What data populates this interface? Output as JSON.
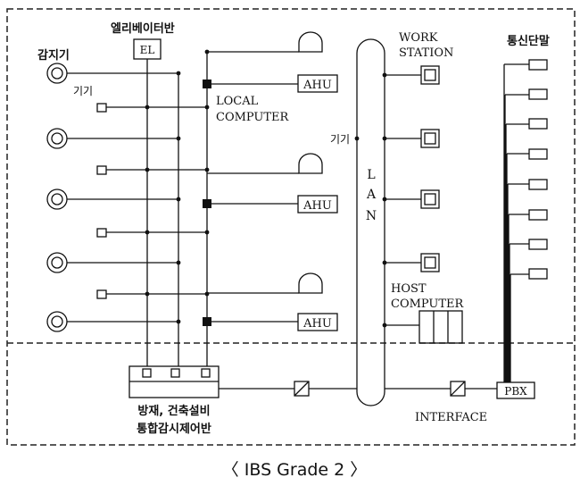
{
  "labels": {
    "elevator_panel": "엘리베이터반",
    "el_box": "EL",
    "sensor": "감지기",
    "device_left": "기기",
    "local_computer": [
      "LOCAL",
      "COMPUTER"
    ],
    "ahu": "AHU",
    "device_lan": "기기",
    "lan": [
      "L",
      "A",
      "N"
    ],
    "workstation": [
      "WORK",
      "STATION"
    ],
    "host_computer": [
      "HOST",
      "COMPUTER"
    ],
    "comm_terminal": "통신단말",
    "pbx": "PBX",
    "interface": "INTERFACE",
    "control_panel": [
      "방재, 건축설비",
      "통합감시제어반"
    ]
  },
  "caption": "〈 IBS Grade 2 〉"
}
